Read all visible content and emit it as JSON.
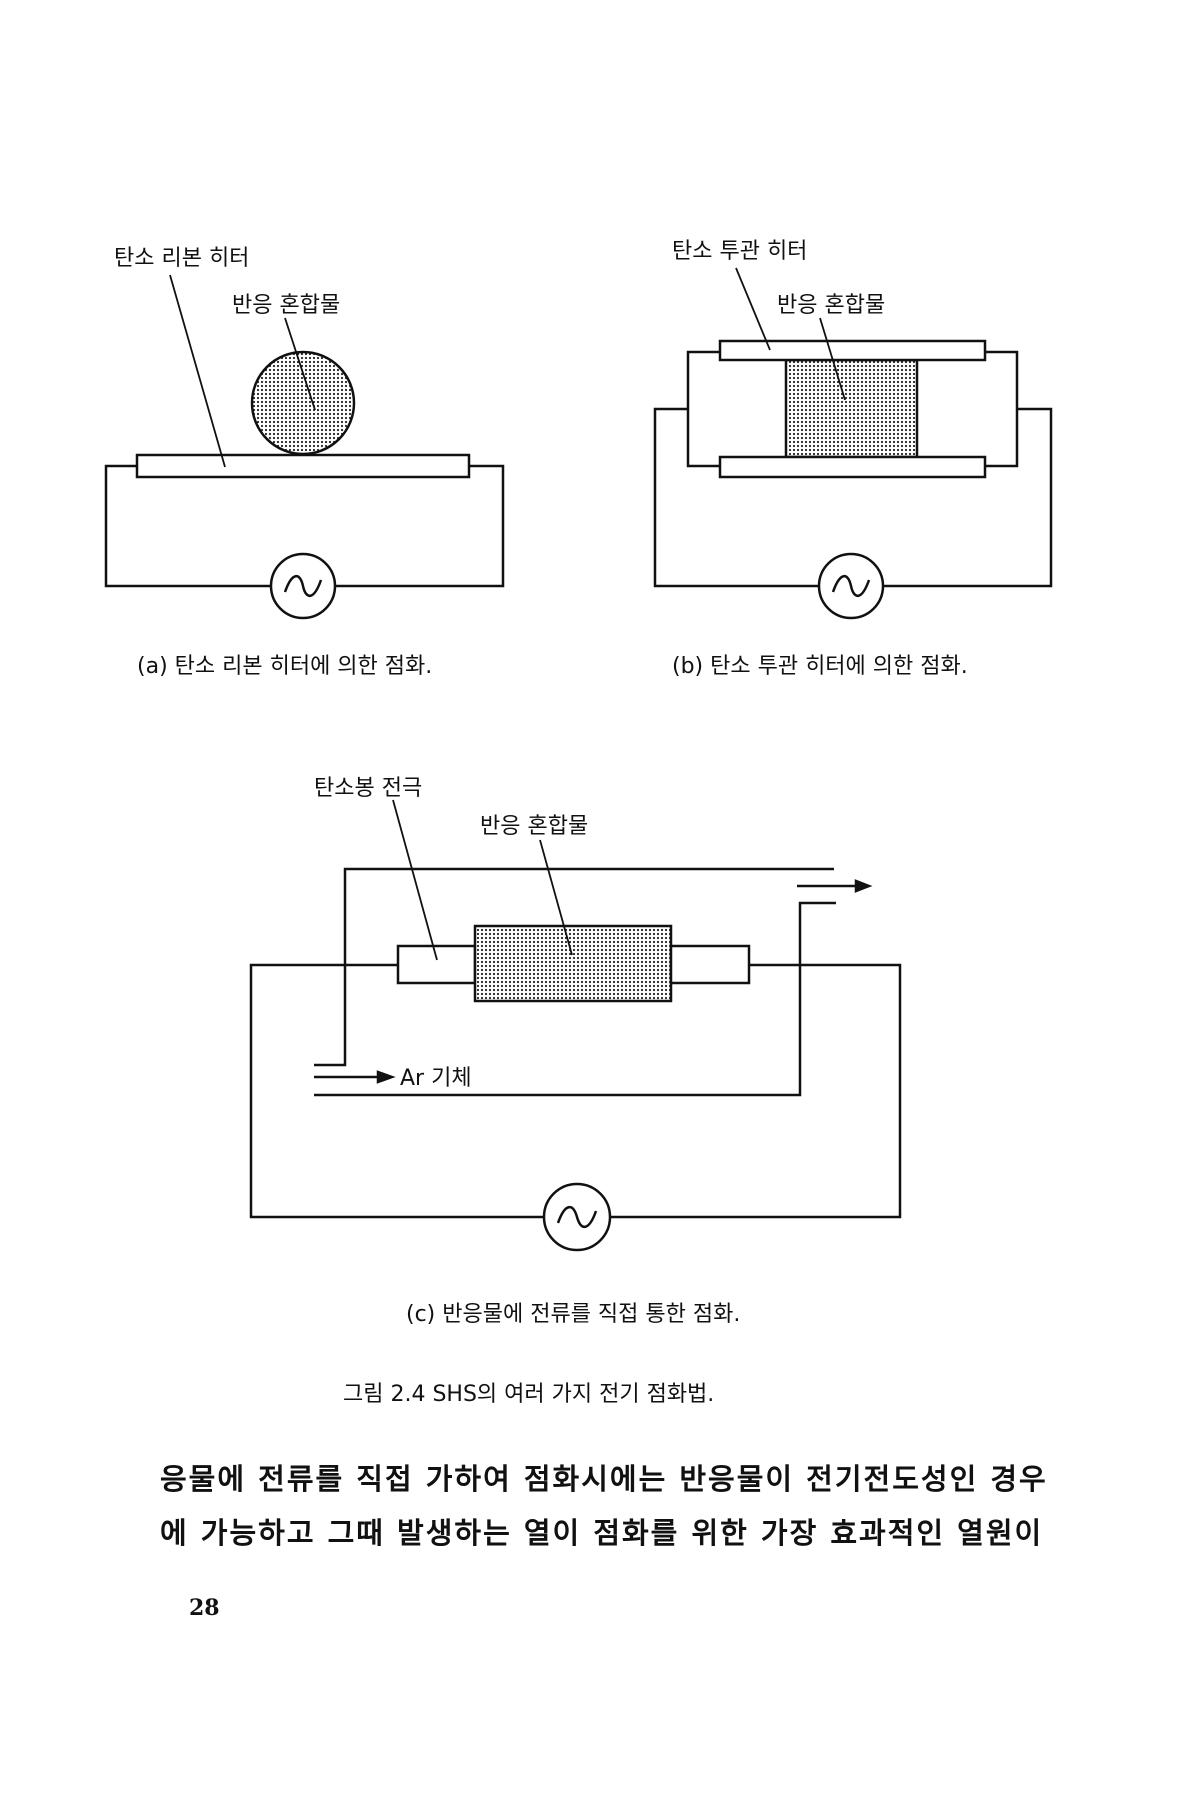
{
  "figure_a": {
    "label_heater": "탄소 리본 히터",
    "label_mixture": "반응 혼합물",
    "caption": "(a) 탄소 리본 히터에 의한 점화."
  },
  "figure_b": {
    "label_heater": "탄소 투관 히터",
    "label_mixture": "반응 혼합물",
    "caption": "(b) 탄소 투관 히터에 의한 점화."
  },
  "figure_c": {
    "label_electrode": "탄소봉 전극",
    "label_mixture": "반응 혼합물",
    "label_gas": "Ar 기체",
    "caption": "(c) 반응물에 전류를 직접 통한 점화."
  },
  "figure_caption": "그림 2.4  SHS의 여러 가지 전기 점화법.",
  "body": [
    "응물에 전류를 직접 가하여 점화시에는 반응물이 전기전도성인 경우",
    "에 가능하고 그때 발생하는 열이 점화를 위한 가장 효과적인 열원이"
  ],
  "page_number": "28"
}
